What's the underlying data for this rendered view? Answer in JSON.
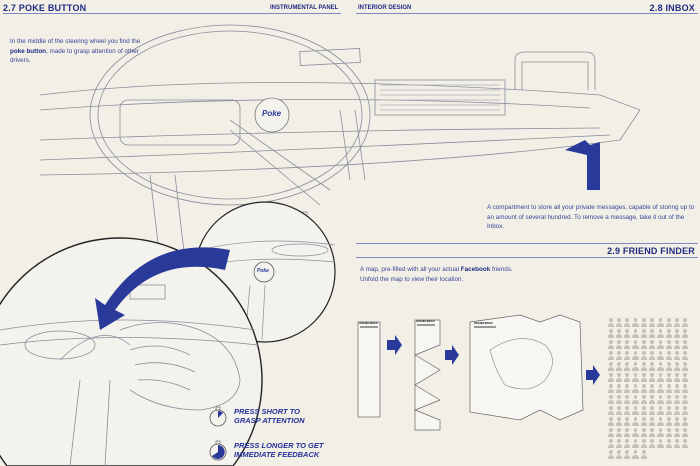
{
  "left": {
    "title": "2.7 POKE BUTTON",
    "section": "INSTRUMENTAL PANEL",
    "description_pre": "In the middle of the steering wheel you find the ",
    "description_bold": "poke button",
    "description_post": ", made to grasp attention of other drivers.",
    "button_label": "Poke",
    "press_short": "PRESS SHORT TO GRASP ATTENTION",
    "press_long": "PRESS LONGER TO GET IMMEDIATE FEEDBACK"
  },
  "right": {
    "section": "INTERIOR DESIGN",
    "title": "2.8 INBOX",
    "inbox_description": "A compartment to store all your private messages, capable of storing up to an amount of several hundred. To remove a message, take it out of the Inbox.",
    "friend_title": "2.9  FRIEND FINDER",
    "friend_pre": "A map, pre-filled with all your actual ",
    "friend_bold": "Facebook",
    "friend_post": " friends.",
    "friend_line2": "Unfold the map to view their location.",
    "map_label": "FRIENDFINDER",
    "friend_count": 125
  },
  "colors": {
    "accent": "#2a3a9a",
    "background": "#f2efe7",
    "rule": "#8088c4"
  }
}
